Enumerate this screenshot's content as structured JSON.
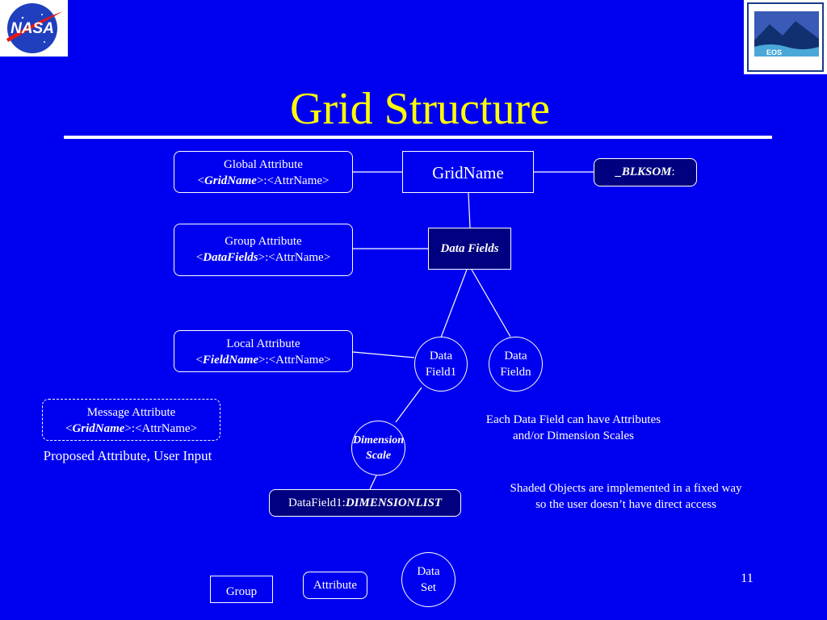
{
  "slide": {
    "title": "Grid Structure",
    "page_number": "11"
  },
  "logos": {
    "nasa": "NASA",
    "eos": "EOS"
  },
  "nodes": {
    "gridname": "GridName",
    "data_fields": "Data Fields",
    "blksom": {
      "name": "_BLKSOM",
      "suffix": ":"
    },
    "global_attr": {
      "line1": "Global Attribute",
      "open": "<",
      "name": "GridName",
      "rest": ">:<AttrName>"
    },
    "group_attr": {
      "line1": "Group Attribute",
      "open": "<",
      "name": "DataFields",
      "rest": ">:<AttrName>"
    },
    "local_attr": {
      "line1": "Local Attribute",
      "open": "<",
      "name": "FieldName",
      "rest": ">:<AttrName>"
    },
    "message_attr": {
      "line1": "Message Attribute",
      "open": "<",
      "name": "GridName",
      "rest": ">:<AttrName>"
    },
    "data_field1": {
      "line1": "Data",
      "line2": "Field1"
    },
    "data_fieldn": {
      "line1": "Data",
      "line2": "Fieldn"
    },
    "dimension_scale": {
      "line1": "Dimension",
      "line2": "Scale"
    },
    "dimensionlist": {
      "prefix": "DataField1:",
      "name": "DIMENSIONLIST"
    }
  },
  "notes": {
    "proposed": "Proposed Attribute, User Input",
    "each_field_1": "Each Data Field can have Attributes",
    "each_field_2": "and/or Dimension Scales",
    "shaded_1": "Shaded Objects are implemented in a fixed way",
    "shaded_2": "so the user doesn’t have direct access"
  },
  "legend": {
    "group": "Group",
    "attribute": "Attribute",
    "dataset_1": "Data",
    "dataset_2": "Set"
  }
}
